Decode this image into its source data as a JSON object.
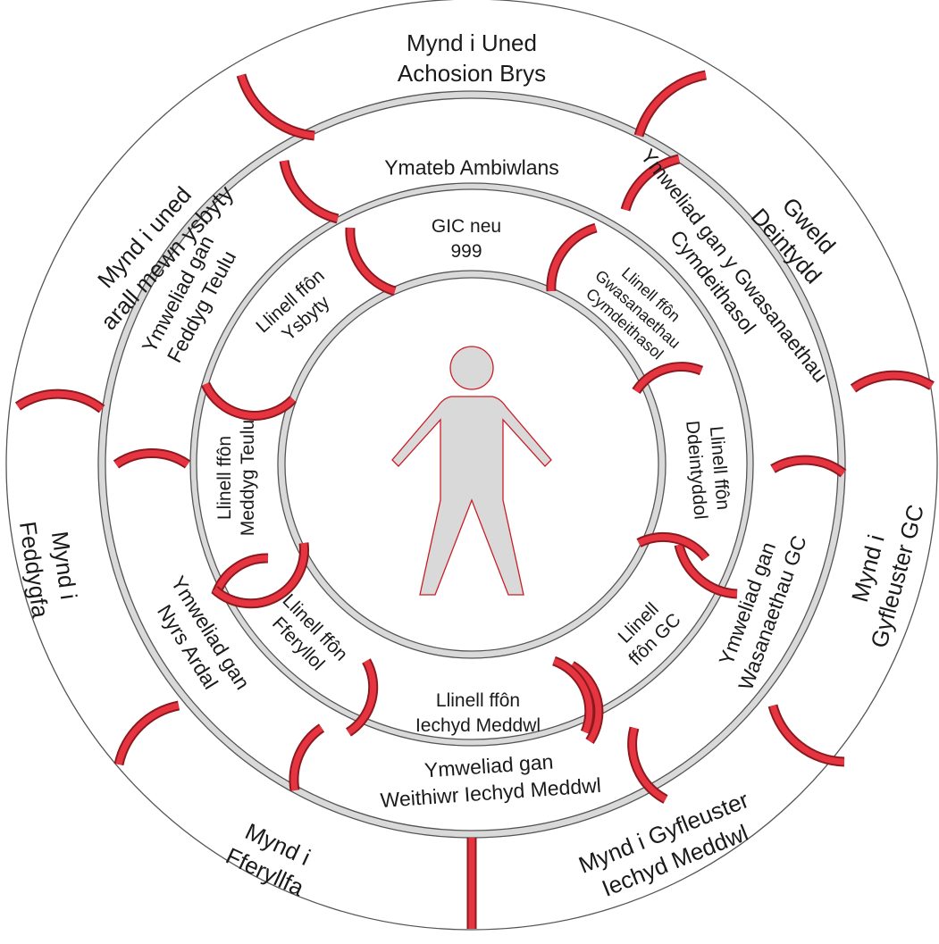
{
  "diagram": {
    "center_figure": "person-icon",
    "colors": {
      "divider": "#e63541",
      "divider_edge": "#8a1a1f",
      "ring_band": "#d9d9d9",
      "segment": "#ffffff",
      "figure_fill": "#d9d9d9",
      "figure_stroke": "#c81e28"
    },
    "outer_ring": [
      {
        "lines": [
          "Mynd i Uned",
          "Achosion Brys"
        ]
      },
      {
        "lines": [
          "Gweld",
          "Deintydd"
        ]
      },
      {
        "lines": [
          "Mynd i",
          "Gyfleuster GC"
        ]
      },
      {
        "lines": [
          "Mynd i Gyfleuster",
          "Iechyd Meddwl"
        ]
      },
      {
        "lines": [
          "Mynd i",
          "Fferyllfa"
        ]
      },
      {
        "lines": [
          "Mynd i",
          "Feddygfa"
        ]
      },
      {
        "lines": [
          "Mynd i uned",
          "arall mewn ysbyty"
        ]
      }
    ],
    "middle_ring": [
      {
        "lines": [
          "Ymateb Ambiwlans"
        ]
      },
      {
        "lines": [
          "Ymweliad gan y Gwasanaethau",
          "Cymdeithasol"
        ]
      },
      {
        "lines": [
          "Ymweliad gan",
          "Wasanaethau GC"
        ]
      },
      {
        "lines": [
          "Ymweliad gan",
          "Weithiwr Iechyd Meddwl"
        ]
      },
      {
        "lines": [
          "Ymweliad gan",
          "Nyrs Ardal"
        ]
      },
      {
        "lines": [
          "Ymweliad gan",
          "Feddyg Teulu"
        ]
      }
    ],
    "inner_ring": [
      {
        "lines": [
          "GIC neu",
          "999"
        ]
      },
      {
        "lines": [
          "Llinell ffôn",
          "Gwasanaethau",
          "Cymdeithasol"
        ]
      },
      {
        "lines": [
          "Llinell ffôn",
          "Ddeintyddol"
        ]
      },
      {
        "lines": [
          "Llinell",
          "ffôn GC"
        ]
      },
      {
        "lines": [
          "Llinell ffôn",
          "Iechyd Meddwl"
        ]
      },
      {
        "lines": [
          "Llinell ffôn",
          "Fferyllol"
        ]
      },
      {
        "lines": [
          "Llinell ffôn",
          "Meddyg Teulu"
        ]
      },
      {
        "lines": [
          "Llinell ffôn",
          "Ysbyty"
        ]
      }
    ]
  }
}
